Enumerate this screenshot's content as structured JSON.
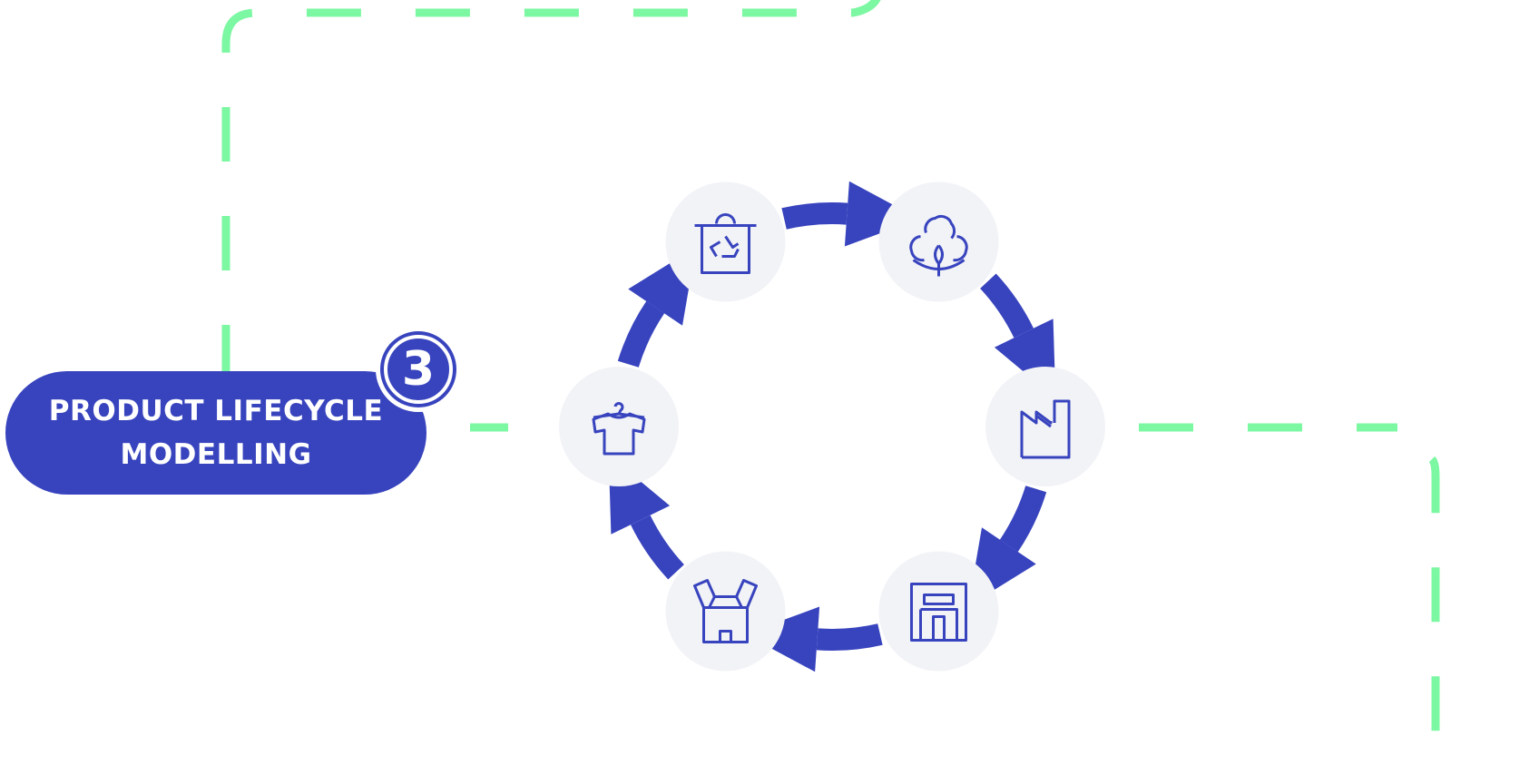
{
  "title": {
    "line1": "PRODUCT LIFECYCLE",
    "line2": "MODELLING"
  },
  "step_number": "3",
  "colors": {
    "primary": "#3844BE",
    "node_bg": "#F2F3F7",
    "dash": "#7CF7A2",
    "background": "#FFFFFF"
  },
  "cycle_nodes": [
    {
      "icon": "recycle-bin-icon"
    },
    {
      "icon": "cotton-plant-icon"
    },
    {
      "icon": "factory-icon"
    },
    {
      "icon": "storefront-icon"
    },
    {
      "icon": "shipping-box-icon"
    },
    {
      "icon": "shirt-on-hanger-icon"
    }
  ]
}
